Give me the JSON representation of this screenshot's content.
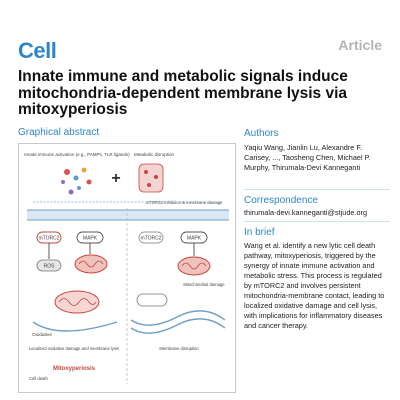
{
  "header": {
    "journal": "Cell",
    "article_type": "Article"
  },
  "title": "Innate immune and metabolic signals induce mitochondria-dependent membrane lysis via mitoxyperiosis",
  "graphical_abstract": {
    "heading": "Graphical abstract",
    "input_left": "Innate immune activation (e.g., PAMPs, TLR ligands)",
    "input_right": "Metabolic disruption",
    "top_right_note": "mTORC2 inhibition & membrane damage",
    "left_node_1": "mTORC2",
    "left_node_2": "MAPK",
    "left_node_3": "ROS",
    "right_node_1": "mTORC2",
    "right_node_2": "MAPK",
    "right_label": "Mitochondrial damage",
    "left_bottom_label": "Localized oxidative damage and membrane lysis",
    "right_bottom_label": "Membrane disruption",
    "outcome_label": "Mitoxyperiosis",
    "side_label_left": "Oxidative",
    "cell_death_label": "Cell death"
  },
  "authors": {
    "heading": "Authors",
    "names": "Yaqiu Wang, Jianlin Lu, Alexandre F. Carisey, ..., Taosheng Chen, Michael P. Murphy, Thirumala-Devi Kanneganti"
  },
  "correspondence": {
    "heading": "Correspondence",
    "email": "thirumala-devi.kanneganti@stjude.org"
  },
  "in_brief": {
    "heading": "In brief",
    "text": "Wang et al. identify a new lytic cell death pathway, mitoxyperiosis, triggered by the synergy of innate immune activation and metabolic stress. This process is regulated by mTORC2 and involves persistent mitochondria-membrane contact, leading to localized oxidative damage and cell lysis, with implications for inflammatory diseases and cancer therapy."
  },
  "colors": {
    "brand_blue": "#2f86c6",
    "muted_gray": "#b4b4b4",
    "membrane_blue": "#6f9fc8",
    "mito_red": "#c7463e",
    "figure_outline": "#c9c9c9"
  }
}
